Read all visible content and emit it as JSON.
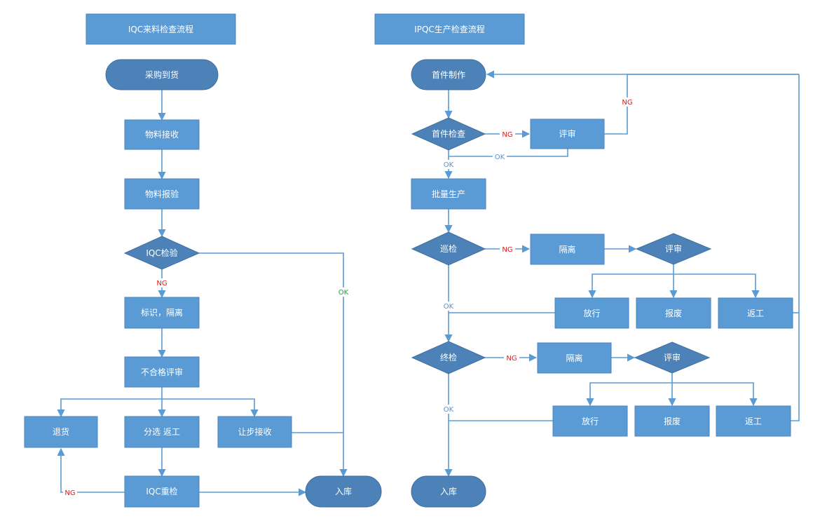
{
  "colors": {
    "process_fill": "#5b9bd5",
    "terminal_fill": "#4d82b8",
    "decision_fill": "#4d82b8",
    "edge": "#5b9bd5",
    "ng_label": "#e0191f",
    "ok_label_left": "#1aa33a",
    "ok_label_right": "#5b8fc7"
  },
  "left": {
    "title": "IQC来料检查流程",
    "purchase": "采购到货",
    "receive": "物料接收",
    "report": "物料报验",
    "iqc_check": "IQC检验",
    "mark_isolate": "标识，隔离",
    "review": "不合格评审",
    "return_goods": "退货",
    "sort_rework": "分选 返工",
    "concession": "让步接收",
    "recheck": "IQC重检",
    "storage": "入库",
    "ng_label": "NG",
    "ok_label": "OK",
    "recheck_ng_label": "NG"
  },
  "right": {
    "title": "IPQC生产检查流程",
    "first_piece": "首件制作",
    "first_check": "首件检查",
    "review1": "评审",
    "mass_production": "批量生产",
    "patrol": "巡检",
    "isolate1": "隔离",
    "review2": "评审",
    "release1": "放行",
    "scrap1": "报废",
    "rework1": "返工",
    "final_check": "终检",
    "isolate2": "隔离",
    "review3": "评审",
    "release2": "放行",
    "scrap2": "报废",
    "rework2": "返工",
    "storage": "入库",
    "ng_first": "NG",
    "ng_review": "NG",
    "ok_review": "OK",
    "ok_first": "OK",
    "ng_patrol": "NG",
    "ok_patrol": "OK",
    "ng_final": "NG",
    "ok_final": "OK"
  }
}
